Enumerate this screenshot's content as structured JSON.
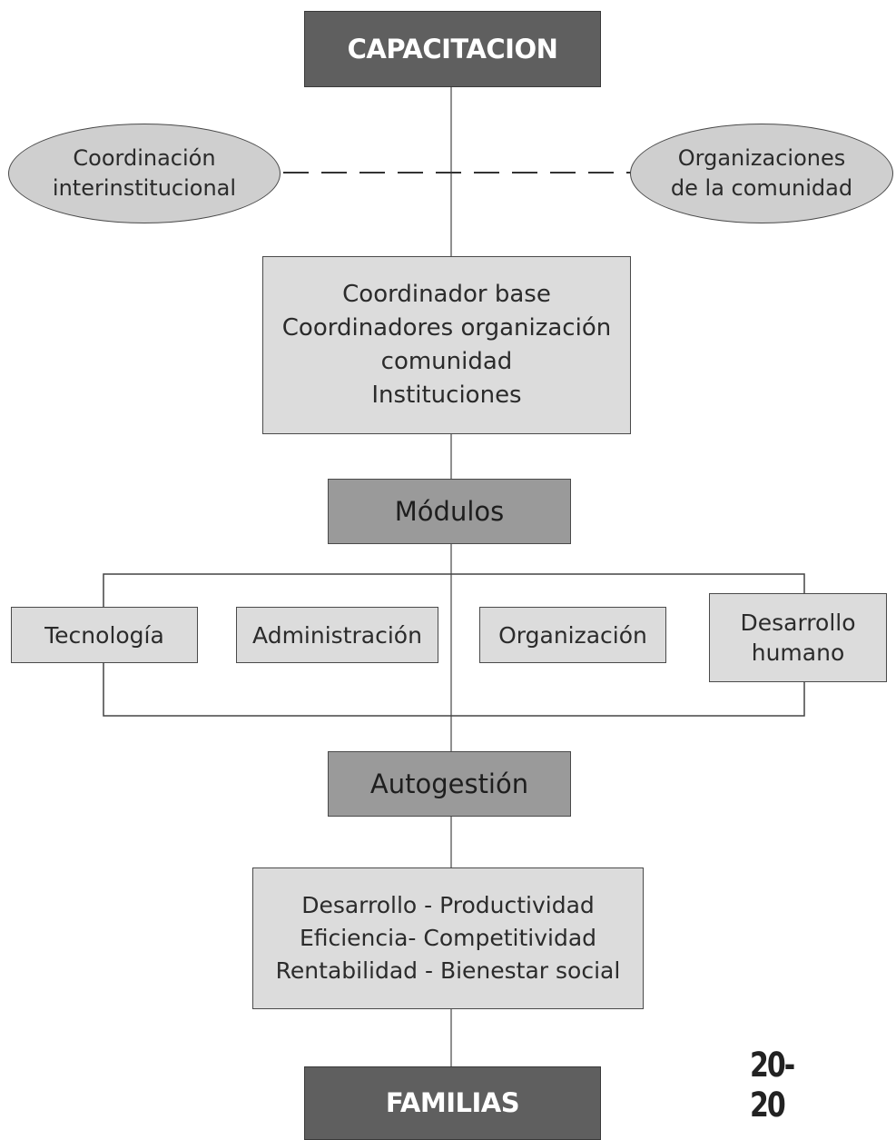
{
  "top": {
    "label": "CAPACITACION"
  },
  "left_oval": {
    "line1": "Coordinación",
    "line2": "interinstitucional"
  },
  "right_oval": {
    "line1": "Organizaciones",
    "line2": "de la comunidad"
  },
  "coordinators": {
    "lines": [
      "Coordinador base",
      "Coordinadores organización",
      "comunidad",
      "Instituciones"
    ]
  },
  "modules": {
    "label": "Módulos"
  },
  "module_items": {
    "tecnologia": "Tecnología",
    "administracion": "Administración",
    "organizacion": "Organización",
    "desarrollo_line1": "Desarrollo",
    "desarrollo_line2": "humano"
  },
  "autogestion": {
    "label": "Autogestión"
  },
  "outcomes": {
    "lines": [
      "Desarrollo - Productividad",
      "Eficiencia- Competitividad",
      "Rentabilidad - Bienestar social"
    ]
  },
  "bottom": {
    "label": "FAMILIAS"
  },
  "logo": {
    "text": "20-20"
  }
}
